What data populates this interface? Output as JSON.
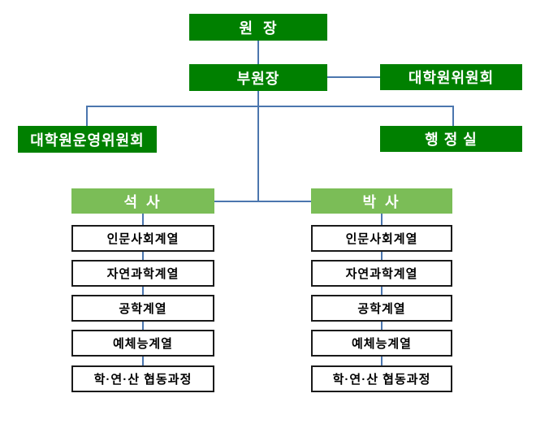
{
  "colors": {
    "dark_green": "#008000",
    "light_green": "#7BBD57",
    "connector": "#4B76AE",
    "box_border": "#1A1A1A",
    "box_text_light": "#FFFFFF",
    "box_text_dark": "#000000",
    "background": "#FFFFFF"
  },
  "nodes": {
    "director": "원  장",
    "vice_director": "부원장",
    "graduate_committee": "대학원위원회",
    "operating_committee": "대학원운영위원회",
    "admin_office": "행 정 실",
    "masters": "석 사",
    "doctoral": "박 사",
    "divisions": [
      "인문사회계열",
      "자연과학계열",
      "공학계열",
      "예체능계열",
      "학·연·산 협동과정"
    ]
  }
}
